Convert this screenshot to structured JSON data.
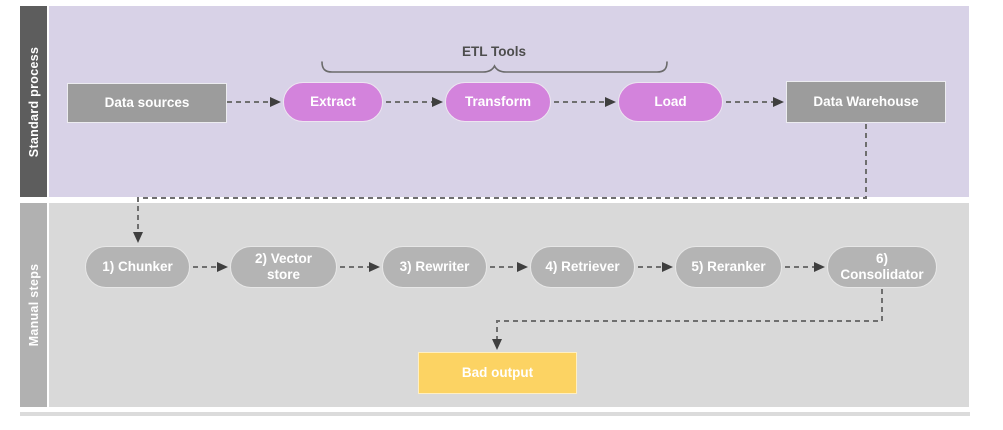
{
  "diagram": {
    "lanes": [
      {
        "id": "standard-process",
        "label": "Standard process"
      },
      {
        "id": "manual-steps",
        "label": "Manual steps"
      }
    ],
    "bracket": {
      "label": "ETL Tools"
    },
    "standard_nodes": [
      {
        "id": "data-sources",
        "label": "Data sources",
        "shape": "rectangle",
        "color": "#9C9C9C"
      },
      {
        "id": "extract",
        "label": "Extract",
        "shape": "pill",
        "color": "#D383DC"
      },
      {
        "id": "transform",
        "label": "Transform",
        "shape": "pill",
        "color": "#D383DC"
      },
      {
        "id": "load",
        "label": "Load",
        "shape": "pill",
        "color": "#D383DC"
      },
      {
        "id": "data-warehouse",
        "label": "Data Warehouse",
        "shape": "rectangle",
        "color": "#9C9C9C"
      }
    ],
    "manual_nodes": [
      {
        "id": "chunker",
        "label": "1) Chunker"
      },
      {
        "id": "vector-store",
        "label": "2) Vector store"
      },
      {
        "id": "rewriter",
        "label": "3) Rewriter"
      },
      {
        "id": "retriever",
        "label": "4) Retriever"
      },
      {
        "id": "reranker",
        "label": "5) Reranker"
      },
      {
        "id": "consolidator",
        "label": "6) Consolidator"
      }
    ],
    "output_node": {
      "id": "bad-output",
      "label": "Bad output",
      "shape": "rectangle",
      "color": "#FCD363"
    },
    "connections": [
      {
        "from": "Data sources",
        "to": "Extract",
        "style": "dashed-arrow"
      },
      {
        "from": "Extract",
        "to": "Transform",
        "style": "dashed-arrow"
      },
      {
        "from": "Transform",
        "to": "Load",
        "style": "dashed-arrow"
      },
      {
        "from": "Load",
        "to": "Data Warehouse",
        "style": "dashed-arrow"
      },
      {
        "from": "Data Warehouse",
        "to": "1) Chunker",
        "style": "dashed-arrow"
      },
      {
        "from": "1) Chunker",
        "to": "2) Vector store",
        "style": "dashed-arrow"
      },
      {
        "from": "2) Vector store",
        "to": "3) Rewriter",
        "style": "dashed-arrow"
      },
      {
        "from": "3) Rewriter",
        "to": "4) Retriever",
        "style": "dashed-arrow"
      },
      {
        "from": "4) Retriever",
        "to": "5) Reranker",
        "style": "dashed-arrow"
      },
      {
        "from": "5) Reranker",
        "to": "6) Consolidator",
        "style": "dashed-arrow"
      },
      {
        "from": "6) Consolidator",
        "to": "Bad output",
        "style": "dashed-arrow"
      }
    ],
    "colors": {
      "lane_standard_bg": "#D8D2E7",
      "lane_standard_bar": "#5D5D5D",
      "lane_manual_bg": "#D9D9D9",
      "lane_manual_bar": "#B1B1B1",
      "etl_pill": "#D383DC",
      "gray_box": "#9C9C9C",
      "gray_pill": "#B4B4B4",
      "bad_output_box": "#FCD363",
      "connector_line": "#6F6F6F",
      "bracket_text": "#4D4D4D"
    }
  }
}
